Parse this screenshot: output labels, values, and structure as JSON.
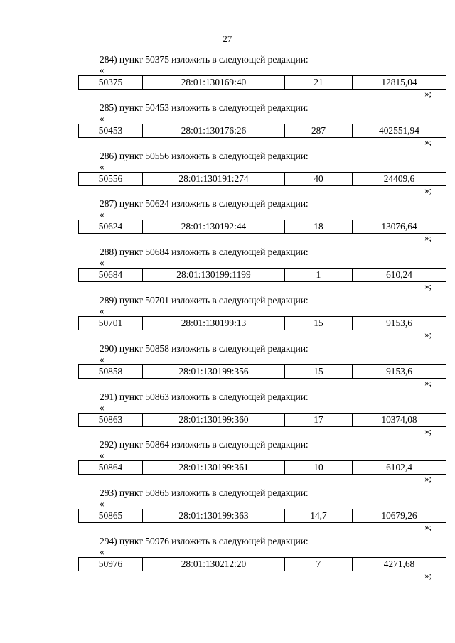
{
  "page": {
    "number": "27",
    "quote_open": "«",
    "quote_close": "»;"
  },
  "blocks": [
    {
      "heading": "284) пункт 50375 изложить в следующей редакции:",
      "item_number": "50375",
      "cadastral_number": "28:01:130169:40",
      "quantity": "21",
      "amount": "12815,04"
    },
    {
      "heading": "285) пункт 50453 изложить в следующей редакции:",
      "item_number": "50453",
      "cadastral_number": "28:01:130176:26",
      "quantity": "287",
      "amount": "402551,94"
    },
    {
      "heading": "286) пункт 50556 изложить в следующей редакции:",
      "item_number": "50556",
      "cadastral_number": "28:01:130191:274",
      "quantity": "40",
      "amount": "24409,6"
    },
    {
      "heading": "287) пункт 50624 изложить в следующей редакции:",
      "item_number": "50624",
      "cadastral_number": "28:01:130192:44",
      "quantity": "18",
      "amount": "13076,64"
    },
    {
      "heading": "288) пункт 50684 изложить в следующей редакции:",
      "item_number": "50684",
      "cadastral_number": "28:01:130199:1199",
      "quantity": "1",
      "amount": "610,24"
    },
    {
      "heading": "289) пункт 50701 изложить в следующей редакции:",
      "item_number": "50701",
      "cadastral_number": "28:01:130199:13",
      "quantity": "15",
      "amount": "9153,6"
    },
    {
      "heading": "290) пункт 50858 изложить в следующей редакции:",
      "item_number": "50858",
      "cadastral_number": "28:01:130199:356",
      "quantity": "15",
      "amount": "9153,6"
    },
    {
      "heading": "291) пункт 50863 изложить в следующей редакции:",
      "item_number": "50863",
      "cadastral_number": "28:01:130199:360",
      "quantity": "17",
      "amount": "10374,08"
    },
    {
      "heading": "292) пункт 50864 изложить в следующей редакции:",
      "item_number": "50864",
      "cadastral_number": "28:01:130199:361",
      "quantity": "10",
      "amount": "6102,4"
    },
    {
      "heading": "293) пункт 50865 изложить в следующей редакции:",
      "item_number": "50865",
      "cadastral_number": "28:01:130199:363",
      "quantity": "14,7",
      "amount": "10679,26"
    },
    {
      "heading": "294) пункт 50976 изложить в следующей редакции:",
      "item_number": "50976",
      "cadastral_number": "28:01:130212:20",
      "quantity": "7",
      "amount": "4271,68"
    }
  ]
}
